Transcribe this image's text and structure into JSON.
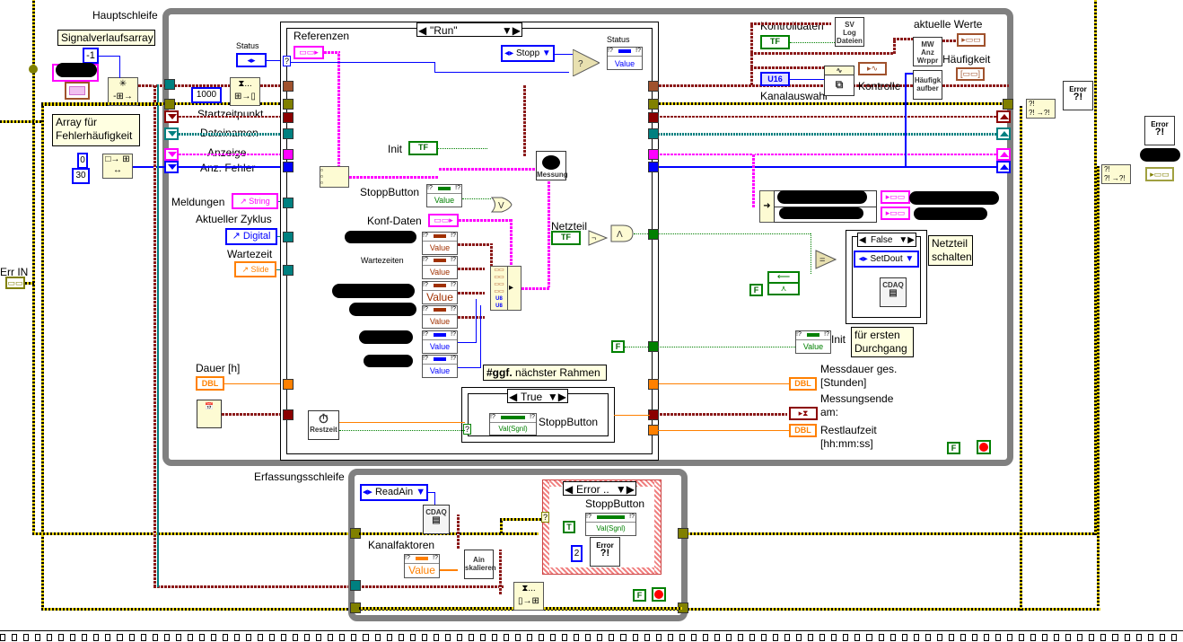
{
  "loops": {
    "main": {
      "label": "Hauptschleife"
    },
    "acquisition": {
      "label": "Erfassungsschleife"
    }
  },
  "notes": {
    "signal_array": "Signalverlaufsarray",
    "error_array": "Array für Fehlerhäufigkeit",
    "next_frame": "#ggf. nächster Rahmen",
    "psu_switch": [
      "Netzteil",
      "schalten"
    ],
    "first_pass": [
      "für ersten",
      "Durchgang"
    ]
  },
  "constants": {
    "minus_one": "-1",
    "thousand": "1000",
    "zero": "0",
    "thirty": "30",
    "two": "2",
    "false_f": "F",
    "true_t": "T"
  },
  "shift_registers": [
    {
      "label": "Startzeitpunkt",
      "color": "#8b0000"
    },
    {
      "label": "Dateinamen",
      "color": "#008080"
    },
    {
      "label": "Anzeige",
      "color": "#ff00ff"
    },
    {
      "label": "Anz. Fehler",
      "color": "#0000ff"
    }
  ],
  "case_run": {
    "selector": "\"Run\"",
    "references_label": "Referenzen",
    "status_label": "Status",
    "stopp_enum": "Stopp",
    "status_indicator_label": "Status",
    "value_text": "Value",
    "init_label": "Init",
    "init_bool": "TF",
    "measure_vi": "Messung",
    "stoppbutton_label": "StoppButton",
    "or_glyph": "V",
    "and_glyph": "Λ",
    "not_glyph": "¬",
    "conf_label": "Konf-Daten",
    "wait_label": "Wartezeiten",
    "psu_label": "Netzteil",
    "psu_bool": "TF",
    "restzeit_vi": "Restzeit",
    "value_fields": [
      "Value",
      "Value",
      "Value",
      "Value",
      "Value",
      "Value"
    ],
    "u8": "U8",
    "true_case": "True",
    "val_sgnl": "Val(Sgnl)"
  },
  "left_controls": {
    "status_label": "Status",
    "meldungen_label": "Meldungen",
    "meldungen_type": "String",
    "zyklus_label": "Aktueller Zyklus",
    "zyklus_type": "Digital",
    "wartezeit_label": "Wartezeit",
    "wartezeit_type": "Slide",
    "dauer_label": "Dauer [h]",
    "dauer_type": "DBL",
    "err_in_label": "Err IN"
  },
  "right_section": {
    "kontrolldaten_label": "Kontrolldaten",
    "kontrolldaten_bool": "TF",
    "sv_log_vi": [
      "SV",
      "Log",
      "Dateien"
    ],
    "kanalauswahl_label": "Kanalauswahl",
    "kanalauswahl_type": "U16",
    "kontrolle_label": "Kontrolle",
    "aktuelle_werte_label": "aktuelle Werte",
    "mw_vi": [
      "MW",
      "Anz",
      "Wrppr"
    ],
    "haeufigkeit_label": "Häufigkeit",
    "haeufig_vi": [
      "Häufigk",
      "aufber"
    ],
    "case_false": "False",
    "setdout_enum": "SetDout",
    "cdaq": "CDAQ",
    "init_indicator": "Init",
    "messdauer_label": [
      "Messdauer ges.",
      "[Stunden]"
    ],
    "messungsende_label": [
      "Messungsende",
      "am:"
    ],
    "restlaufzeit_label": [
      "Restlaufzeit",
      "[hh:mm:ss]"
    ],
    "dbl": "DBL",
    "equal_glyph": "="
  },
  "acquisition": {
    "readain_enum": "ReadAin",
    "cdaq": "CDAQ",
    "kanalfaktoren_label": "Kanalfaktoren",
    "value_text": "Value",
    "ain_vi": [
      "Ain",
      "skalieren"
    ],
    "error_case": "Error ..",
    "stoppbutton_label": "StoppButton",
    "val_sgnl": "Val(Sgnl)"
  },
  "error_handlers": {
    "merge_glyph": "→?!",
    "error_icon": [
      "Error",
      "?!"
    ]
  }
}
